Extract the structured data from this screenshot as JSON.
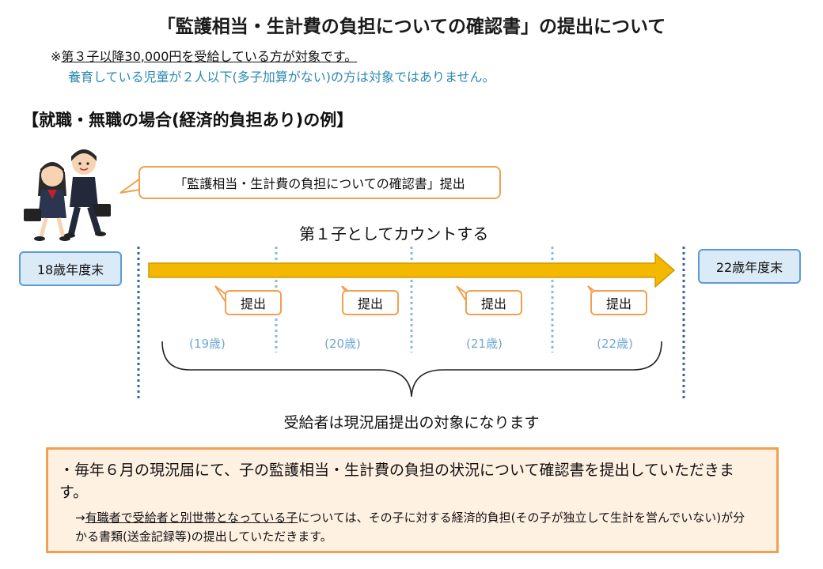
{
  "title": "「監護相当・生計費の負担についての確認書」の提出について",
  "note": {
    "prefix": "※",
    "underlined": "第３子以降30,000円を受給している方が対象です。",
    "sub": "養育している児童が２人以下(多子加算がない)の方は対象ではありません。"
  },
  "section_heading": "【就職・無職の場合(経済的負担あり)の例】",
  "speech_bubble": "「監護相当・生計費の負担についての確認書」提出",
  "count_label": "第１子としてカウントする",
  "start_age": "18歳年度末",
  "end_age": "22歳年度末",
  "submit_label": "提出",
  "ages": [
    "(19歳)",
    "(20歳)",
    "(21歳)",
    "(22歳)"
  ],
  "recipients_label": "受給者は現況届提出の対象になります",
  "info": {
    "line1": "・毎年６月の現況届にて、子の監護相当・生計費の負担の状況について確認書を提出していただきます。",
    "arrow": "→",
    "underlined": "有職者で受給者と別世帯となっている子",
    "rest": "については、その子に対する経済的負担(その子が独立して生計を営んでいない)が分かる書類(送金記録等)の提出していただきます。"
  },
  "colors": {
    "arrow_fill": "#f5b800",
    "arrow_stroke": "#d09a00",
    "box_blue": "#5b9bd5",
    "box_blue_fill": "#dbeaf7",
    "orange": "#f0a050",
    "info_fill": "#fff1e2",
    "age_text": "#6fa8d4"
  },
  "icons": [
    "students-illustration-icon"
  ]
}
